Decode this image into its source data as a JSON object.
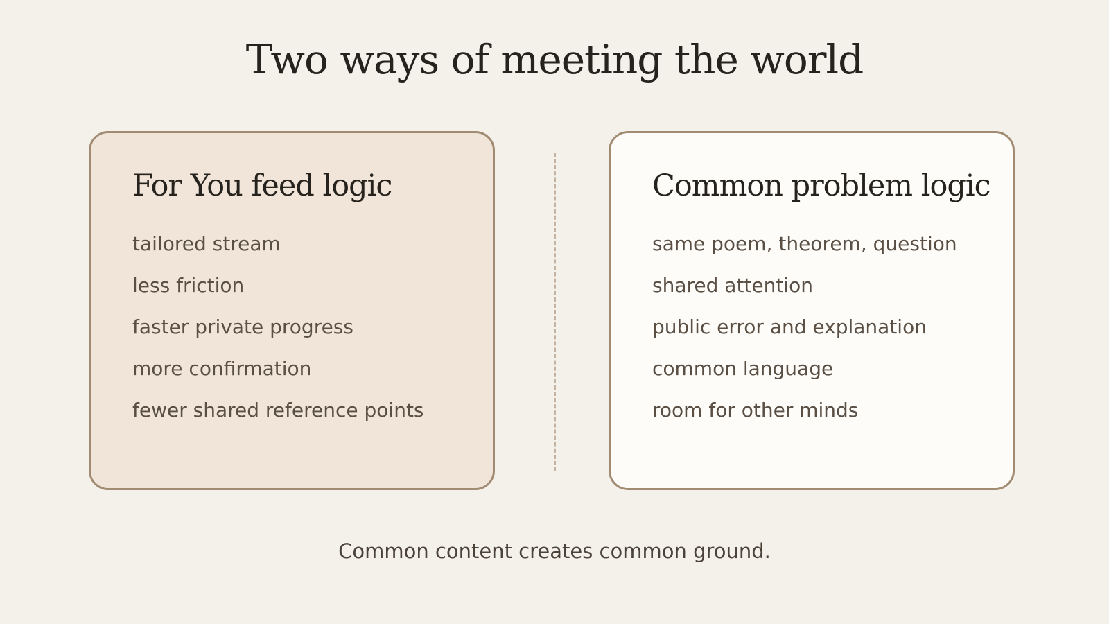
{
  "title": "Two ways of meeting the world",
  "left_panel": {
    "title": "For You feed logic",
    "items": [
      "tailored stream",
      "less friction",
      "faster private progress",
      "more confirmation",
      "fewer shared reference points"
    ]
  },
  "right_panel": {
    "title": "Common problem logic",
    "items": [
      "same poem, theorem, question",
      "shared attention",
      "public error and explanation",
      "common language",
      "room for other minds"
    ]
  },
  "footer": "Common content creates common ground.",
  "colors": {
    "background": "#f4f1eb",
    "left_panel_fill": "#f0e5d8",
    "right_panel_fill": "#fdfcf8",
    "panel_border": "#a18b72",
    "divider": "#c2b3a2",
    "heading_text": "#26221d",
    "body_text": "#5a4f45"
  }
}
